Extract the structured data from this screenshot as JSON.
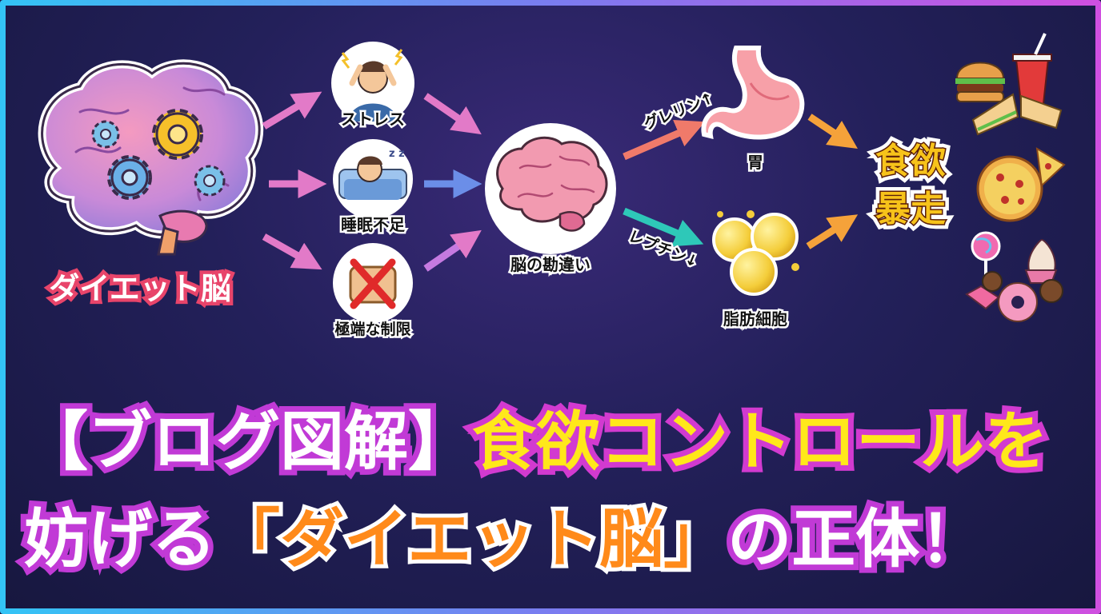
{
  "diagram": {
    "source_label": "ダイエット脳",
    "causes": [
      {
        "label": "ストレス",
        "icon": "stressed-person-icon"
      },
      {
        "label": "睡眠不足",
        "icon": "sleeping-person-icon"
      },
      {
        "label": "極端な制限",
        "icon": "crossed-out-food-icon"
      }
    ],
    "center_label": "脳の勘違い",
    "hormones": [
      {
        "label": "グレリン↑",
        "color": "#f07a6a"
      },
      {
        "label": "レプチン↓",
        "color": "#2ec8b8"
      }
    ],
    "organs": [
      {
        "label": "胃",
        "icon": "stomach-icon"
      },
      {
        "label": "脂肪細胞",
        "icon": "fat-cells-icon"
      }
    ],
    "result_line1": "食欲",
    "result_line2": "暴走",
    "food_icons": [
      "burger-icon",
      "soda-icon",
      "sandwich-icon",
      "pizza-icon",
      "lollipop-icon",
      "donut-icon",
      "ice-cream-icon"
    ]
  },
  "title": {
    "line1_white": "【ブログ図解】",
    "line1_yellow": "食欲コントロールを",
    "line2_white_a": "妨げる",
    "line2_orange": "「ダイエット脳」",
    "line2_white_b": "の正体！"
  },
  "colors": {
    "border_left": "#33c4f5",
    "border_right": "#d04fe0",
    "title_yellow": "#ffe81a",
    "title_orange": "#ff8a1a",
    "appetite_yellow": "#f7c31a"
  }
}
